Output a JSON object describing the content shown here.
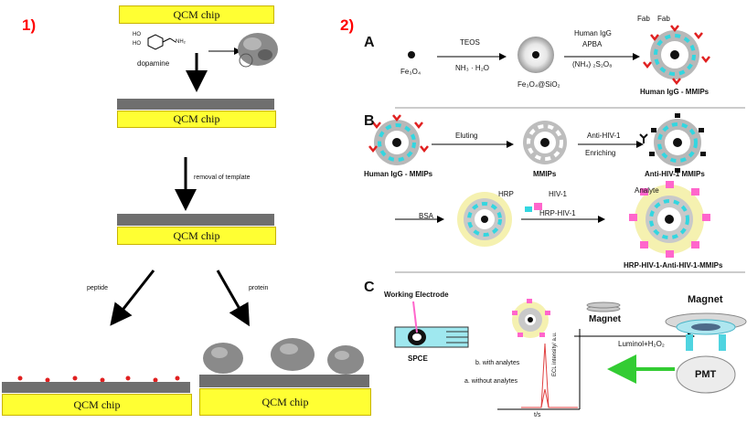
{
  "panel1": {
    "number": "1)",
    "chip_label": "QCM chip",
    "dopamine_label": "dopamine",
    "dopamine_ho1": "HO",
    "dopamine_ho2": "HO",
    "dopamine_nh2": "NH₂",
    "removal_label": "removal of template",
    "peptide_label": "peptide",
    "protein_label": "protein"
  },
  "panel2": {
    "number": "2)",
    "A": {
      "letter": "A",
      "fe3o4": "Fe₃O₄",
      "teos": "TEOS",
      "nh3": "NH₃ · H₂O",
      "fe3o4sio2": "Fe₃O₄@SiO₂",
      "reagent1": "Human IgG",
      "reagent2": "APBA",
      "reagent3": "(NH₄) ₂S₂O₈",
      "fab1": "Fab",
      "fab2": "Fab",
      "product": "Human IgG - MMIPs"
    },
    "B": {
      "letter": "B",
      "start": "Human IgG - MMIPs",
      "eluting": "Eluting",
      "mmips": "MMIPs",
      "antihiv": "Anti-HIV-1",
      "enriching": "Enriching",
      "antimmips": "Anti-HIV-1 MMIPs",
      "bsa": "BSA",
      "hrp": "HRP",
      "hiv1": "HIV-1",
      "hrphiv": "HRP-HIV-1",
      "analyte": "Analyte",
      "final": "HRP-HIV-1-Anti-HIV-1-MMIPs"
    },
    "C": {
      "letter": "C",
      "working_electrode": "Working Electrode",
      "spce": "SPCE",
      "magnet1": "Magnet",
      "magnet2": "Magnet",
      "luminol": "Luminol+H₂O₂",
      "pmt": "PMT",
      "with_analytes": "b. with analytes",
      "without_analytes": "a. without  analytes",
      "ylabel": "ECL intensity/ a.u.",
      "xlabel": "t/s"
    }
  },
  "colors": {
    "chip_yellow": "#ffff33",
    "chip_gray": "#6f6f6f",
    "red_number": "#ff0000",
    "cyan": "#33d6e0",
    "pink": "#ff66cc",
    "green_arrow": "#33cc33"
  }
}
